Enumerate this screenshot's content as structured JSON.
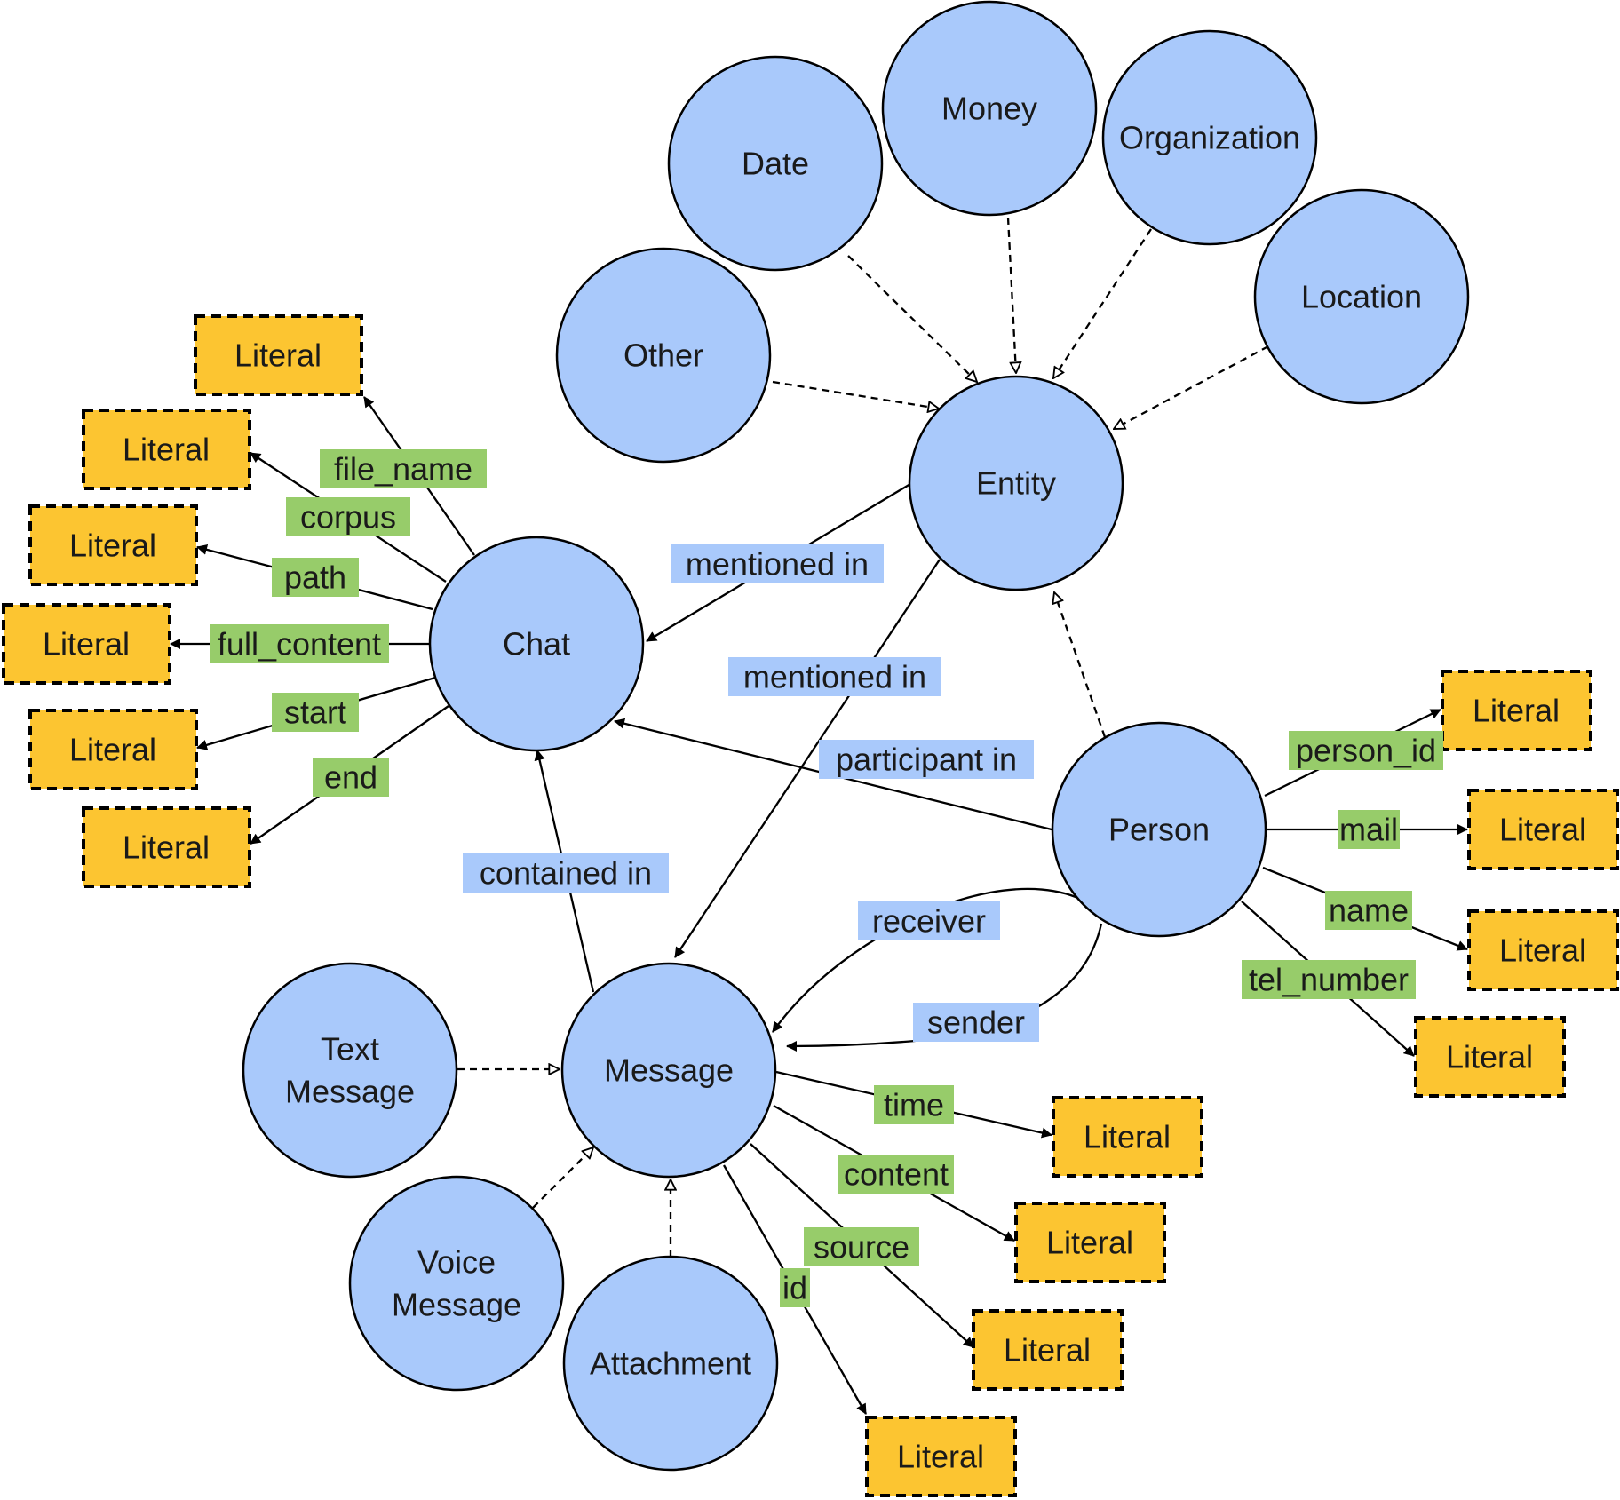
{
  "colors": {
    "class_fill": "#a9c9fb",
    "literal_fill": "#fcc531",
    "relation_label_bg": "#a9c9fb",
    "attribute_label_bg": "#97cc6a"
  },
  "nodes": {
    "date": "Date",
    "money": "Money",
    "organization": "Organization",
    "location": "Location",
    "other": "Other",
    "entity": "Entity",
    "chat": "Chat",
    "person": "Person",
    "message": "Message",
    "text_message": [
      "Text",
      "Message"
    ],
    "voice_message": [
      "Voice",
      "Message"
    ],
    "attachment": "Attachment"
  },
  "literal_text": "Literal",
  "relations": {
    "mentioned_in_chat": "mentioned in",
    "mentioned_in_message": "mentioned in",
    "participant_in": "participant in",
    "contained_in": "contained in",
    "receiver": "receiver",
    "sender": "sender"
  },
  "attributes": {
    "chat": [
      "file_name",
      "corpus",
      "path",
      "full_content",
      "start",
      "end"
    ],
    "person": [
      "person_id",
      "mail",
      "name",
      "tel_number"
    ],
    "message": [
      "time",
      "content",
      "source",
      "id"
    ]
  }
}
